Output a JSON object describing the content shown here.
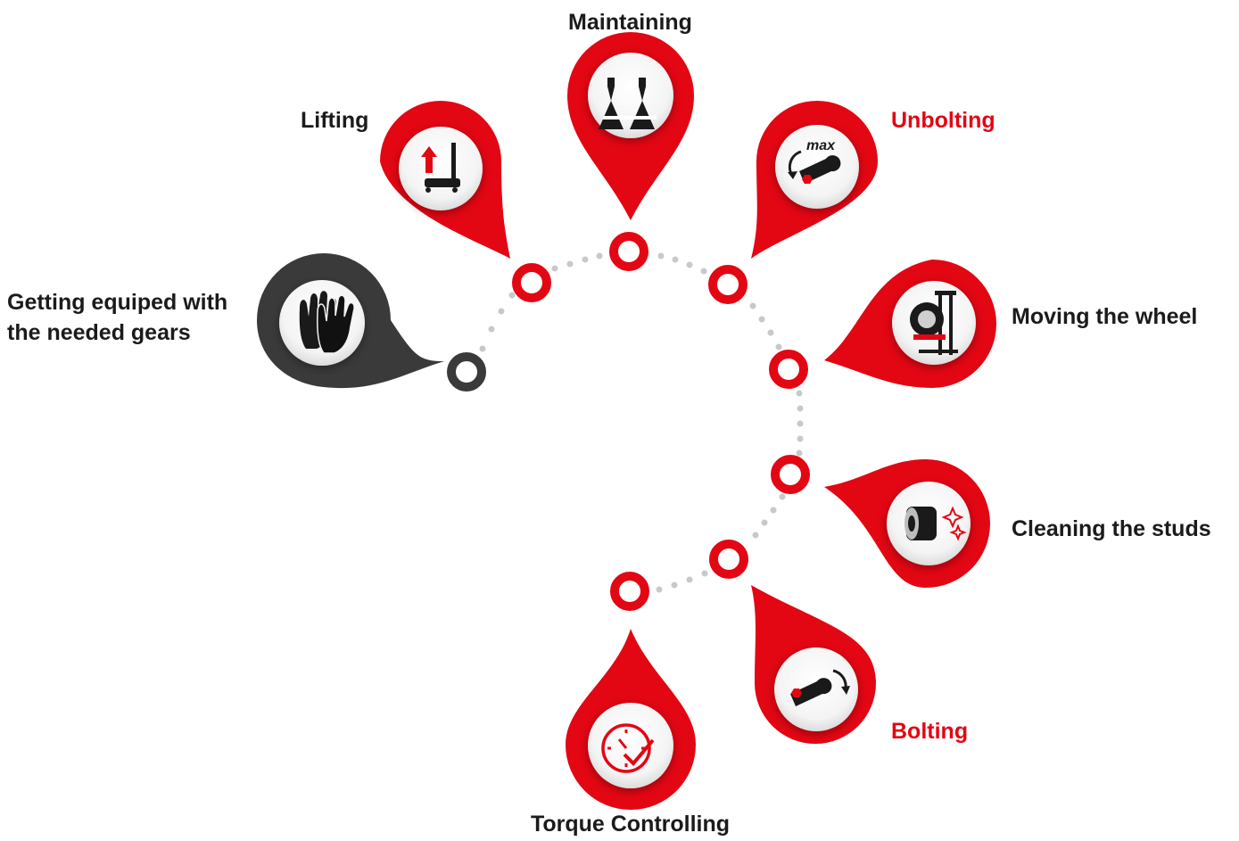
{
  "steps": {
    "maintaining": {
      "label": "Maintaining",
      "icon": "jack-stands-icon"
    },
    "lifting": {
      "label": "Lifting",
      "icon": "floor-jack-icon"
    },
    "unbolting": {
      "label": "Unbolting",
      "icon": "wrench-max-torque-icon",
      "icon_text": "max"
    },
    "gears": {
      "line1": "Getting equiped with",
      "line2": "the needed gears",
      "icon": "gloves-icon"
    },
    "moving": {
      "label": "Moving the wheel",
      "icon": "wheel-dolly-icon"
    },
    "cleaning": {
      "label": "Cleaning the studs",
      "icon": "clean-stud-icon"
    },
    "bolting": {
      "label": "Bolting",
      "icon": "wrench-clockwise-icon"
    },
    "torque": {
      "label": "Torque Controlling",
      "icon": "torque-gauge-icon"
    }
  },
  "colors": {
    "accent": "#e30613",
    "dark": "#3a3a3a",
    "text": "#1b1b1b",
    "dots": "#c9c9c9"
  }
}
